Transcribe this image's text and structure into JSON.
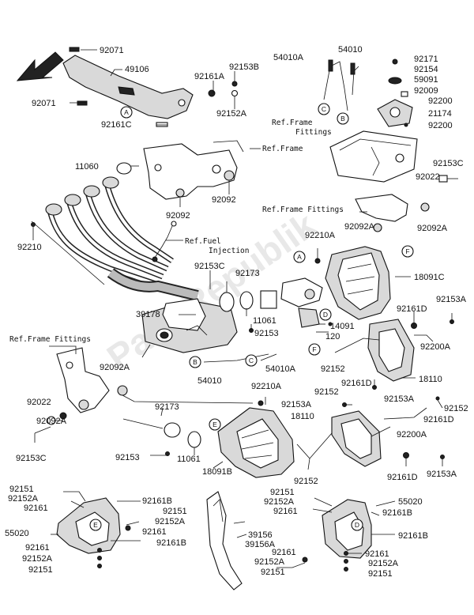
{
  "watermark": "PartsRepublik",
  "part_numbers": {
    "p92071a": "92071",
    "p49106": "49106",
    "p92071b": "92071",
    "p92161a_top": "92161A",
    "p92153b": "92153B",
    "p92152a_top": "92152A",
    "p92161c": "92161C",
    "p54010a_top": "54010A",
    "p54010_top": "54010",
    "p92171": "92171",
    "p92154": "92154",
    "p59091": "59091",
    "p92009": "92009",
    "p92200a": "92200",
    "p21174": "21174",
    "p92200b": "92200",
    "p11060": "11060",
    "p92092a": "92092",
    "p92092b": "92092",
    "p92153c_r": "92153C",
    "p92022_r": "92022",
    "p92092a_r": "92092A",
    "p92210": "92210",
    "p92210a_mid": "92210A",
    "p92153c_mid": "92153C",
    "p92173_mid": "92173",
    "p18091c": "18091C",
    "p39178": "39178",
    "p11061_mid": "11061",
    "p92153_mid": "92153",
    "p14091": "14091",
    "p120": "120",
    "p92161d_a": "92161D",
    "p92153a_a": "92153A",
    "p92200a_mid": "92200A",
    "p92092a_l": "92092A",
    "p54010_mid": "54010",
    "p54010a_mid": "54010A",
    "p92152_mid": "92152",
    "p18110": "18110",
    "p92161d_b": "92161D",
    "p92210a_low": "92210A",
    "p92152_b": "92152",
    "p92153a_b": "92153A",
    "p92022_l": "92022",
    "p92092a_l2": "92092A",
    "p92153c_l": "92153C",
    "p92173_low": "92173",
    "p92153a_c": "92153A",
    "p92152_c": "92152",
    "p18110_b": "18110",
    "p92161d_c": "92161D",
    "p92200a_low": "92200A",
    "p92153_low": "92153",
    "p11061_low": "11061",
    "p18091b": "18091B",
    "p92152_d": "92152",
    "p92161d_d": "92161D",
    "p92153a_d": "92153A",
    "p92151_a": "92151",
    "p92152a_a": "92152A",
    "p92161_a": "92161",
    "p92161b_a": "92161B",
    "p92151_b": "92151",
    "p92152a_b": "92152A",
    "p55020_l": "55020",
    "p92161b_b": "92161B",
    "p92161_b": "92161",
    "p92152a_c": "92152A",
    "p92151_c": "92151",
    "p92151_d": "92151",
    "p92152a_d": "92152A",
    "p92161_c": "92161",
    "p39156": "39156",
    "p39156a": "39156A",
    "p55020_r": "55020",
    "p92161b_c": "92161B",
    "p92161b_d": "92161B",
    "p92161_d": "92161",
    "p92152a_e": "92152A",
    "p92151_e": "92151",
    "p92161_e": "92161",
    "p92152a_f": "92152A",
    "p92151_f": "92151"
  },
  "references": {
    "ref_frame_fittings_a": "Ref.Frame",
    "ref_frame_fittings_a2": "Fittings",
    "ref_frame_1": "Ref.Frame",
    "ref_frame_fittings_b": "Ref.Frame Fittings",
    "ref_fuel_injection_1": "Ref.Fuel",
    "ref_fuel_injection_2": "Injection",
    "ref_frame_fittings_c": "Ref.Frame Fittings"
  },
  "callouts": {
    "a1": "A",
    "b1": "B",
    "c1": "C",
    "a2": "A",
    "f1": "F",
    "d1": "D",
    "b2": "B",
    "c2": "C",
    "f2": "F",
    "e1": "E",
    "e2": "E",
    "d2": "D"
  }
}
